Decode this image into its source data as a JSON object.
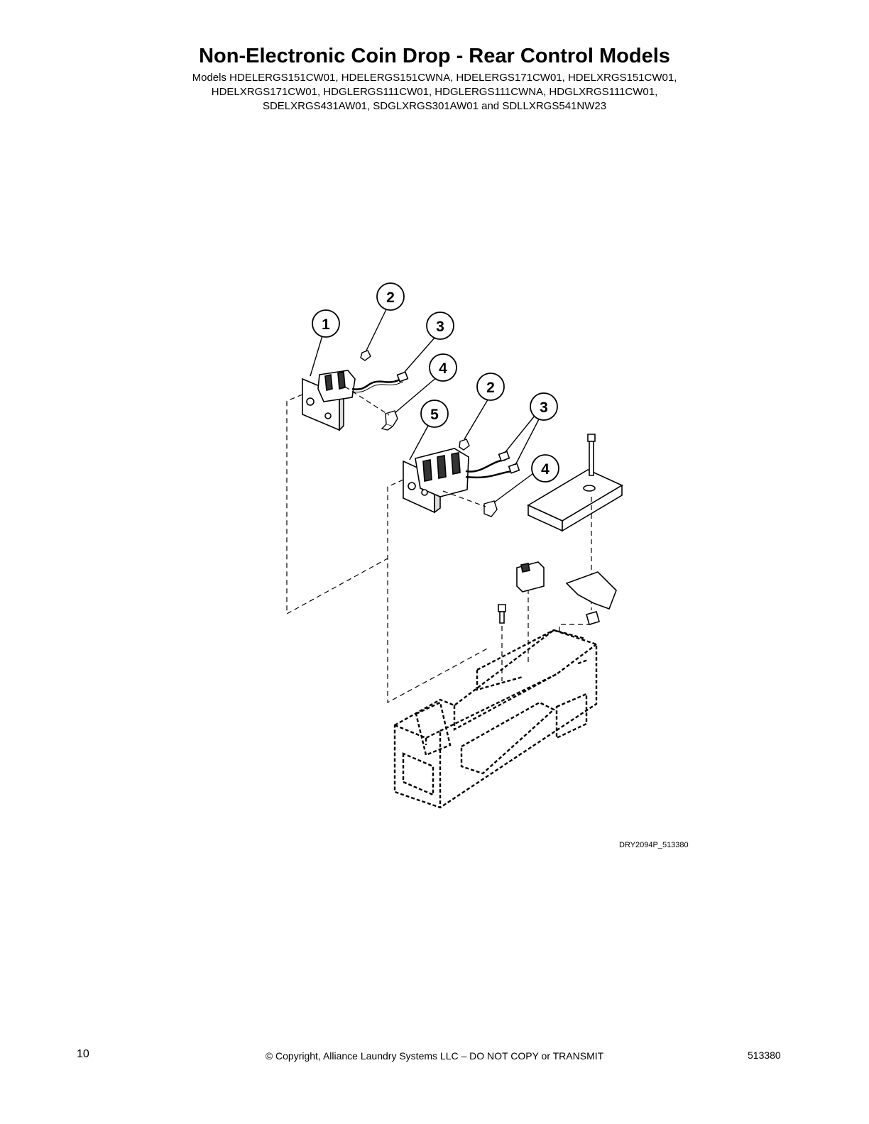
{
  "header": {
    "title": "Non-Electronic Coin Drop - Rear Control Models",
    "models_lines": [
      "Models HDELERGS151CW01, HDELERGS151CWNA, HDELERGS171CW01, HDELXRGS151CW01,",
      "HDELXRGS171CW01, HDGLERGS111CW01, HDGLERGS111CWNA, HDGLXRGS111CW01,",
      "SDELXRGS431AW01, SDGLXRGS301AW01 and SDLLXRGS541NW23"
    ]
  },
  "diagram": {
    "callouts": [
      "1",
      "2",
      "3",
      "4",
      "2",
      "3",
      "4",
      "5"
    ],
    "drawing_code": "DRY2094P_513380"
  },
  "footer": {
    "page_number": "10",
    "copyright": "© Copyright, Alliance Laundry Systems LLC – DO NOT COPY or TRANSMIT",
    "doc_number": "513380"
  }
}
